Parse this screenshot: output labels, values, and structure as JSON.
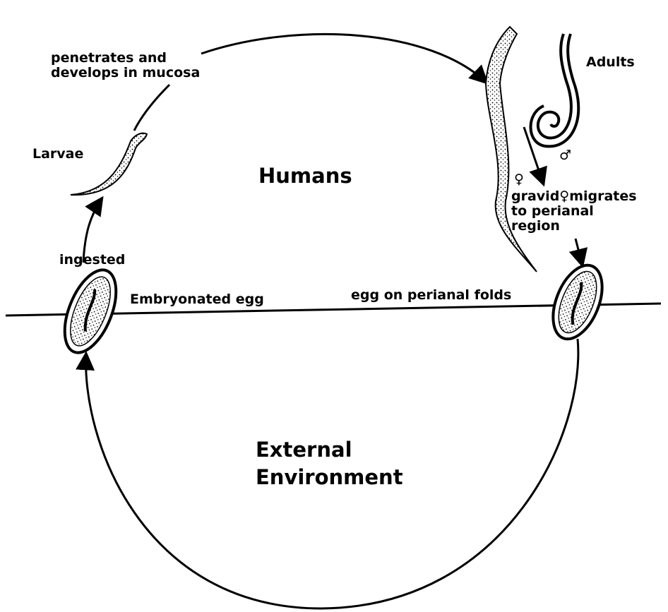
{
  "labels": {
    "penetrates": "penetrates and\ndevelops in mucosa",
    "larvae": "Larvae",
    "humans": "Humans",
    "adults": "Adults",
    "male_symbol": "♂",
    "female_symbol": "♀",
    "gravid": "gravid♀migrates\n to perianal\n  region",
    "ingested": "ingested",
    "embryonated_egg": "Embryonated egg",
    "egg_perianal": "egg on perianal folds",
    "external": "External\nEnvironment"
  },
  "colors": {
    "ink": "#000000",
    "background": "#ffffff",
    "worm_fill": "#bfbfbf"
  }
}
